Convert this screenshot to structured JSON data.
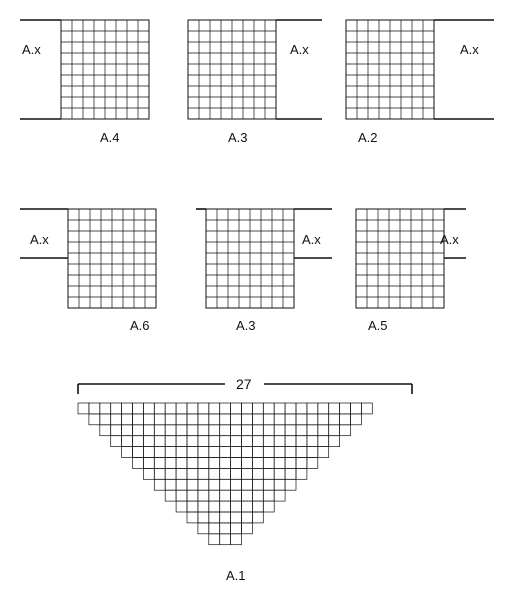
{
  "charts": {
    "a4": {
      "label": "A.4",
      "side": "A.x"
    },
    "a3_top": {
      "label": "A.3",
      "side": "A.x"
    },
    "a2": {
      "label": "A.2",
      "side": "A.x"
    },
    "a6": {
      "label": "A.6",
      "side": "A.x"
    },
    "a3_mid": {
      "label": "A.3",
      "side": "A.x"
    },
    "a5": {
      "label": "A.5",
      "side": "A.x"
    },
    "a1": {
      "label": "A.1",
      "span": "27"
    }
  }
}
